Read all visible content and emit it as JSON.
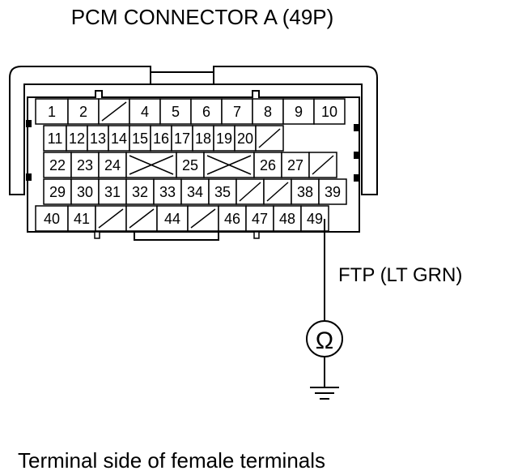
{
  "title": "PCM CONNECTOR A (49P)",
  "caption": "Terminal side of female terminals",
  "wire_label": "FTP (LT GRN)",
  "meter_symbol": "Ω",
  "connector": {
    "rows": [
      [
        "1",
        "2",
        "X",
        "4",
        "5",
        "6",
        "7",
        "8",
        "9",
        "10"
      ],
      [
        "11",
        "12",
        "13",
        "14",
        "15",
        "16",
        "17",
        "18",
        "19",
        "20",
        "X"
      ],
      [
        "22",
        "23",
        "24",
        "XX",
        "25",
        "XX",
        "26",
        "27",
        "X"
      ],
      [
        "29",
        "30",
        "31",
        "32",
        "33",
        "34",
        "35",
        "X",
        "X",
        "38",
        "39"
      ],
      [
        "40",
        "41",
        "X",
        "X",
        "44",
        "X",
        "46",
        "47",
        "48",
        "49"
      ]
    ],
    "probed_terminal": "49"
  },
  "colors": {
    "line": "#000000",
    "background": "#ffffff"
  }
}
